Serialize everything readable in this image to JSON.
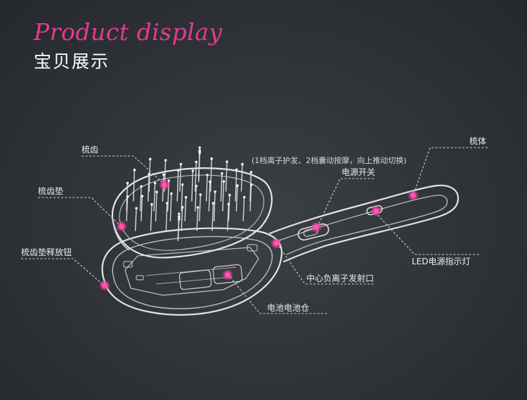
{
  "header": {
    "title_en": "Product display",
    "title_cn": "宝贝展示"
  },
  "labels": {
    "comb_teeth": "梳齿",
    "comb_pad": "梳齿垫",
    "pad_release_button": "梳齿垫释放钮",
    "comb_body": "梳体",
    "mode_note": "(1档离子护发、2档囊动按摩，向上推动切换)",
    "power_switch": "电源开关",
    "led_indicator": "LED电源指示灯",
    "ion_outlet": "中心负离子发射口",
    "battery_compartment": "电池电池仓"
  },
  "colors": {
    "accent": "#e63a8e",
    "hotspot": "#ff3fa0",
    "line": "#d0d0d0",
    "background": "#2f3338"
  }
}
